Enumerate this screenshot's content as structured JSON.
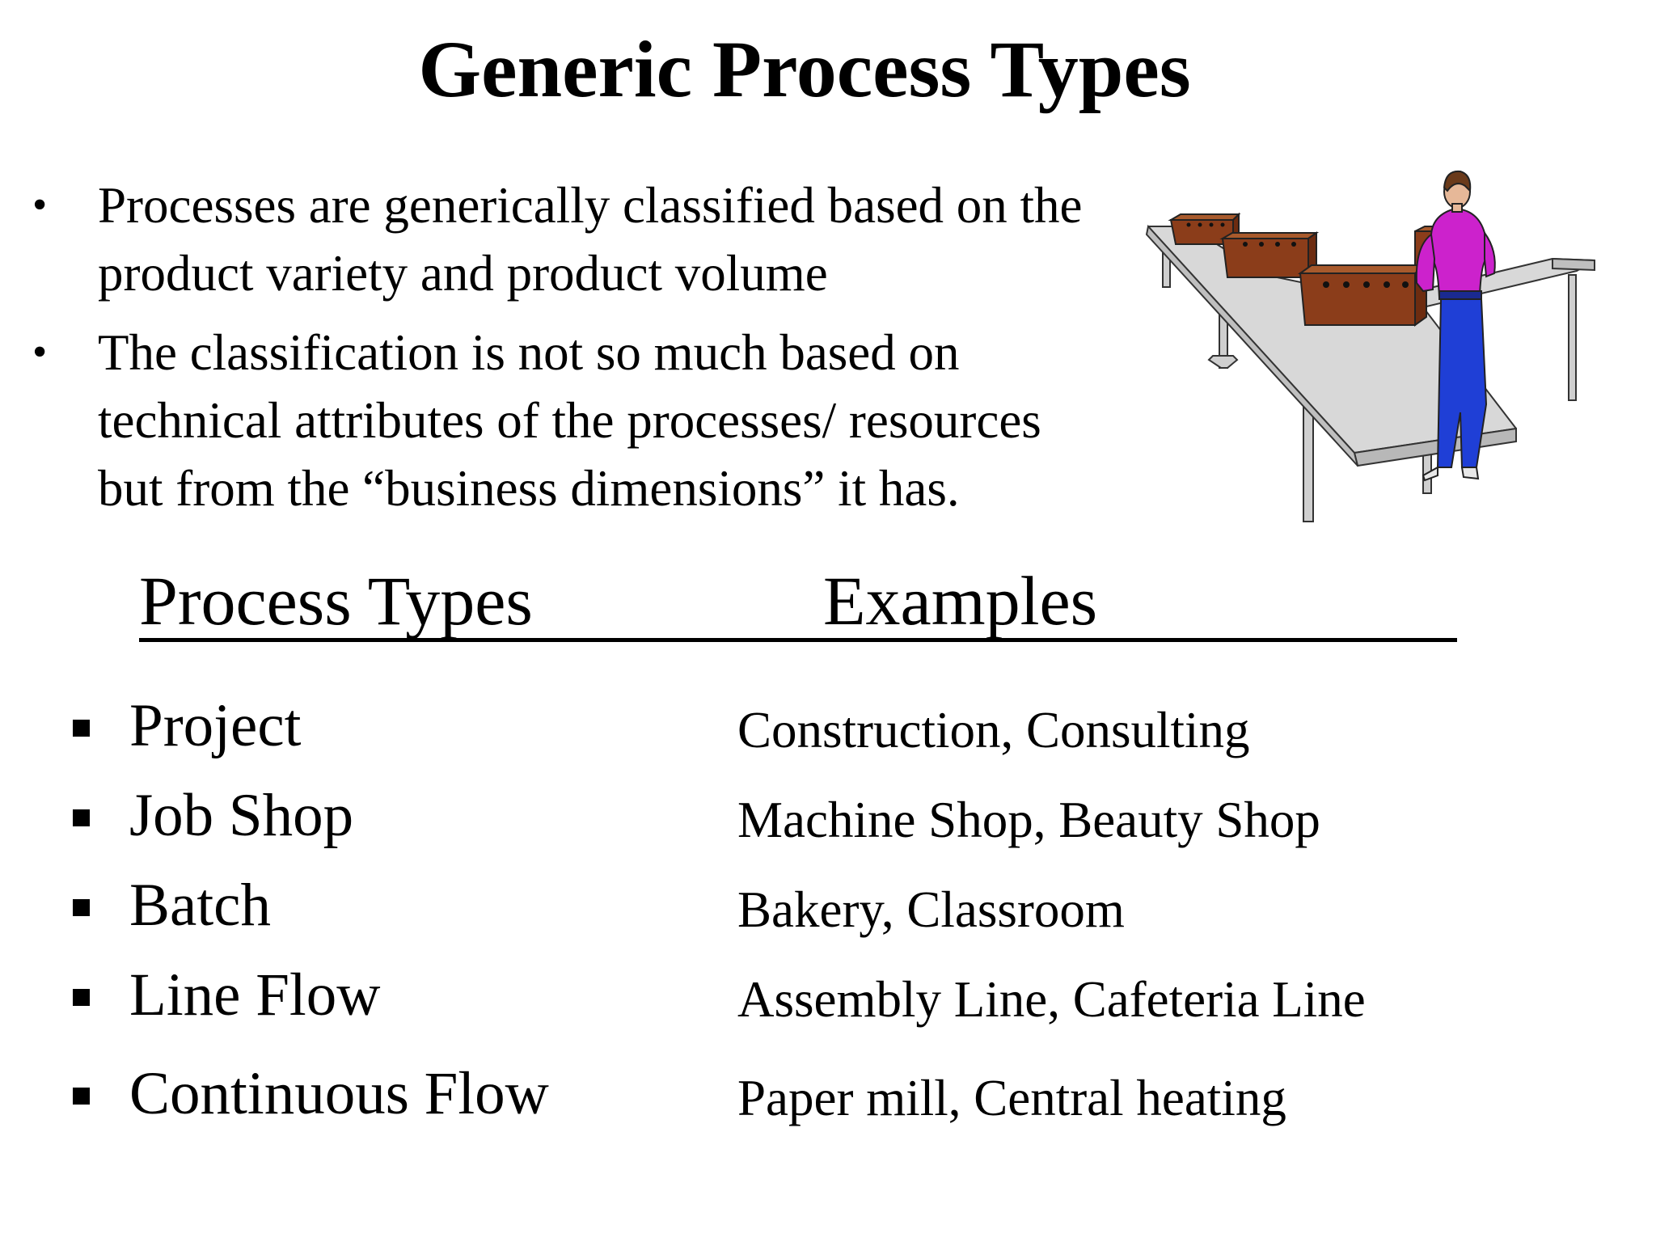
{
  "title": "Generic Process Types",
  "bullets": [
    {
      "lines": [
        "Processes are generically classified based on the",
        "product variety and product volume"
      ]
    },
    {
      "lines": [
        "The classification is not so much based on",
        "technical attributes of the processes/ resources",
        "but from the “business dimensions” it has."
      ]
    }
  ],
  "bullet_marker": "•",
  "table": {
    "header_process": "Process Types",
    "header_examples": "Examples",
    "rows": [
      {
        "type": "Project",
        "example": "Construction, Consulting"
      },
      {
        "type": "Job Shop",
        "example": "Machine Shop, Beauty Shop"
      },
      {
        "type": "Batch",
        "example": "Bakery, Classroom"
      },
      {
        "type": "Line Flow",
        "example": "Assembly Line, Cafeteria Line"
      },
      {
        "type": "Continuous Flow",
        "example": "Paper mill, Central heating"
      }
    ]
  },
  "illustration": {
    "icon": "worker-at-conveyor-icon",
    "colors": {
      "shirt": "#cc22cc",
      "pants": "#1f3fd6",
      "boxes": "#8b3d1a",
      "table": "#d8d8d8"
    }
  }
}
